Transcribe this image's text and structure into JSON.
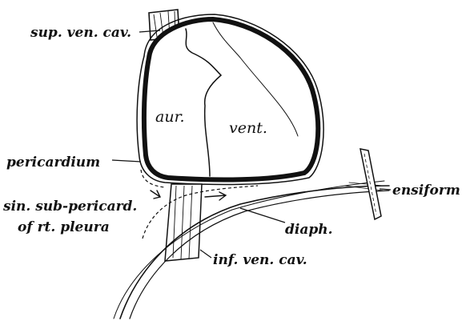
{
  "figure": {
    "labels": {
      "sup_ven_cav": "sup. ven. cav.",
      "aur": "aur.",
      "vent": "vent.",
      "pericardium": "pericardium",
      "ensiform": "ensiform",
      "sin_sub_pericard": "sin. sub-pericard.",
      "of_rt_pleura": "of rt. pleura",
      "diaph": "diaph.",
      "inf_ven_cav": "inf. ven. cav."
    }
  }
}
